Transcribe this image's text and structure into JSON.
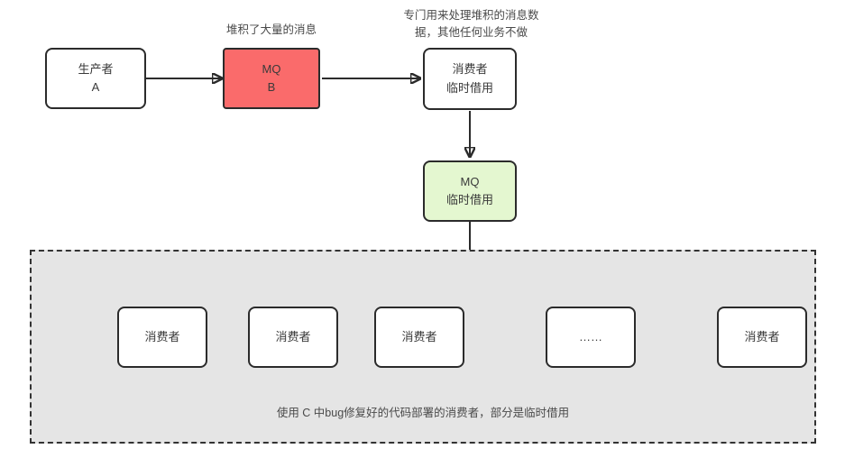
{
  "diagram": {
    "title": "MQ message backlog recovery flow",
    "colors": {
      "backlog_mq_fill": "#fa6b6b",
      "temp_mq_fill": "#e4f7d0",
      "group_fill": "#e5e5e5",
      "stroke": "#2b2b2b",
      "text": "#3a3a3a"
    },
    "nodes": {
      "producer": {
        "line1": "生产者",
        "line2": "A"
      },
      "backlog_mq": {
        "line1": "MQ",
        "line2": "B"
      },
      "temp_consumer": {
        "line1": "消费者",
        "line2": "临时借用"
      },
      "temp_mq": {
        "line1": "MQ",
        "line2": "临时借用"
      }
    },
    "annotations": {
      "backlog_note": "堆积了大量的消息",
      "temp_consumer_note": "专门用来处理堆积的消息数\n据，其他任何业务不做"
    },
    "group": {
      "caption": "使用 C 中bug修复好的代码部署的消费者，部分是临时借用",
      "consumers": [
        {
          "label": "消费者"
        },
        {
          "label": "消费者"
        },
        {
          "label": "消费者"
        },
        {
          "label": "……"
        },
        {
          "label": "消费者"
        }
      ]
    }
  }
}
